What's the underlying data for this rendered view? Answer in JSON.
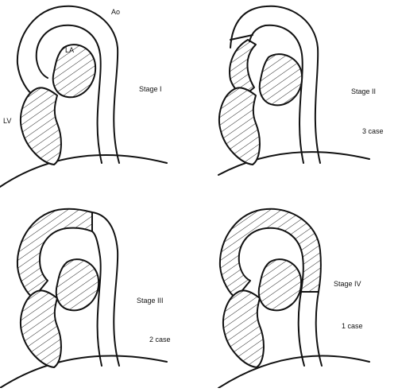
{
  "labels": {
    "ao": "Ao",
    "la": "LA",
    "lv": "LV"
  },
  "panels": [
    {
      "stage": "Stage I",
      "cases": ""
    },
    {
      "stage": "Stage II",
      "cases": "3 case"
    },
    {
      "stage": "Stage III",
      "cases": "2 case"
    },
    {
      "stage": "Stage IV",
      "cases": "1 case"
    }
  ]
}
